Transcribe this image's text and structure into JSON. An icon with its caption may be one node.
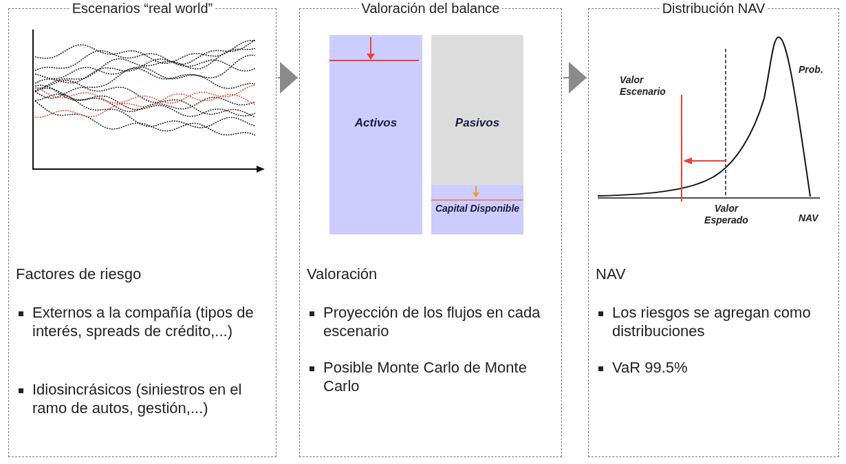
{
  "diagram": {
    "nodes": [
      {
        "text": [
          "Escenarios “real world”",
          "Factores de riesgo",
          "Externos a la compañía (tipos de interés, spreads de crédito,...)",
          "Idiosincrásicos (siniestros en el ramo de autos, gestión,...)"
        ]
      },
      {
        "text": [
          "Valoración del balance",
          "Valoración",
          "Proyección de los flujos en cada escenario",
          "Posible Monte Carlo de Monte Carlo"
        ]
      },
      {
        "text": [
          "Activos"
        ],
        "in": 1
      },
      {
        "text": [
          "Pasivos"
        ],
        "in": 1
      },
      {
        "text": [
          "Capital Disponible"
        ],
        "in": 3
      },
      {
        "text": [
          "Distribución NAV",
          "NAV",
          "Los riesgos se agregan como distribuciones",
          "VaR 99.5%"
        ]
      }
    ],
    "edges": [
      {
        "from": 0,
        "to": 1,
        "arrow": "to"
      },
      {
        "from": 1,
        "to": 5,
        "arrow": "to"
      }
    ],
    "labels": [
      "Prob.",
      "Valor Escenario",
      "Valor Esperado",
      "NAV"
    ]
  }
}
